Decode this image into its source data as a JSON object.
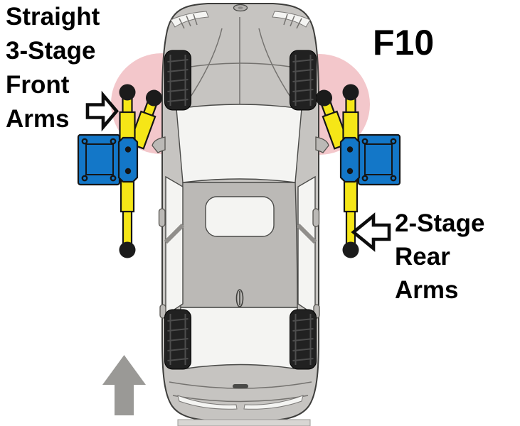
{
  "labels": {
    "front_arms": {
      "lines": [
        "Straight",
        "3-Stage",
        "Front",
        "Arms"
      ]
    },
    "model": "F10",
    "rear_arms": {
      "lines": [
        "2-Stage",
        "Rear",
        "Arms"
      ]
    }
  },
  "icons": {
    "front_arms_pointer": "outline-arrow-right",
    "rear_arms_pointer": "outline-arrow-left",
    "drive_direction": "solid-arrow-up"
  },
  "colors": {
    "arm_yellow": "#F5E617",
    "post_blue": "#1377C8",
    "highlight_pink": "#F3C7CB",
    "pad_black": "#1B1B1B",
    "outline": "#151515",
    "car_gray": "#C6C4C1",
    "panel_gray": "#BBB9B6",
    "glass_white": "#F4F4F2",
    "arrow_gray": "#9A9996",
    "text_black": "#000000"
  }
}
